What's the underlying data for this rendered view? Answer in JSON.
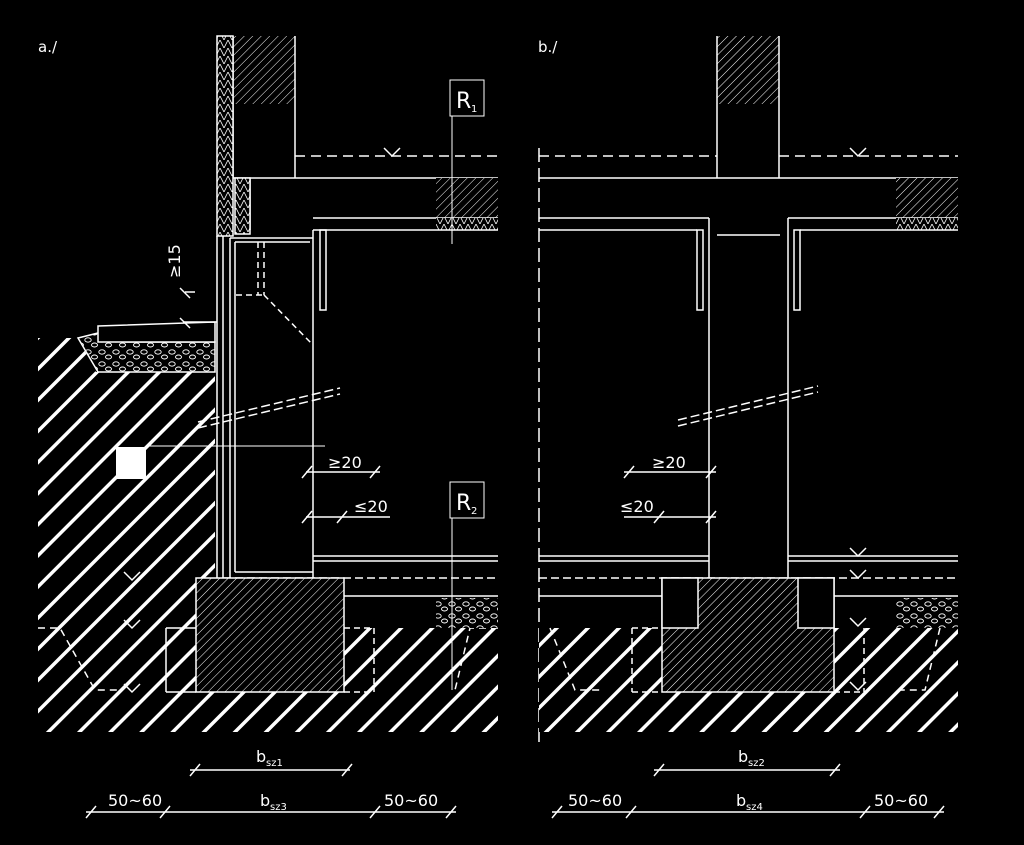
{
  "panels": {
    "a": {
      "label": "a./"
    },
    "b": {
      "label": "b./"
    }
  },
  "markers": {
    "r1": {
      "letter": "R",
      "index": "1"
    },
    "r2": {
      "letter": "R",
      "index": "2"
    }
  },
  "annotations": {
    "a_gap_min": "≥15",
    "a_ge20": "≥20",
    "a_le20": "≤20",
    "b_ge20": "≥20",
    "b_le20": "≤20"
  },
  "dimensions": {
    "a": {
      "bsz1": {
        "base": "b",
        "sub": "sz1"
      },
      "bsz3": {
        "base": "b",
        "sub": "sz3"
      },
      "left": "50~60",
      "right": "50~60"
    },
    "b": {
      "bsz2": {
        "base": "b",
        "sub": "sz2"
      },
      "bsz4": {
        "base": "b",
        "sub": "sz4"
      },
      "left": "50~60",
      "right": "50~60"
    }
  },
  "colors": {
    "background": "#000000",
    "line": "#ffffff"
  }
}
